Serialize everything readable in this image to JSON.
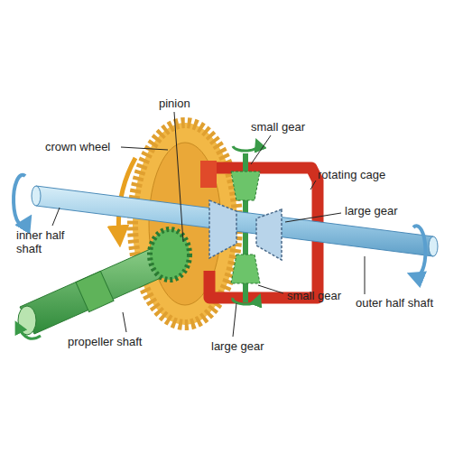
{
  "diagram": {
    "labels": [
      "pinion",
      "small gear",
      "crown wheel",
      "rotating cage",
      "large gear",
      "inner half shaft",
      "small gear",
      "outer half shaft",
      "propeller shaft",
      "large gear"
    ]
  }
}
